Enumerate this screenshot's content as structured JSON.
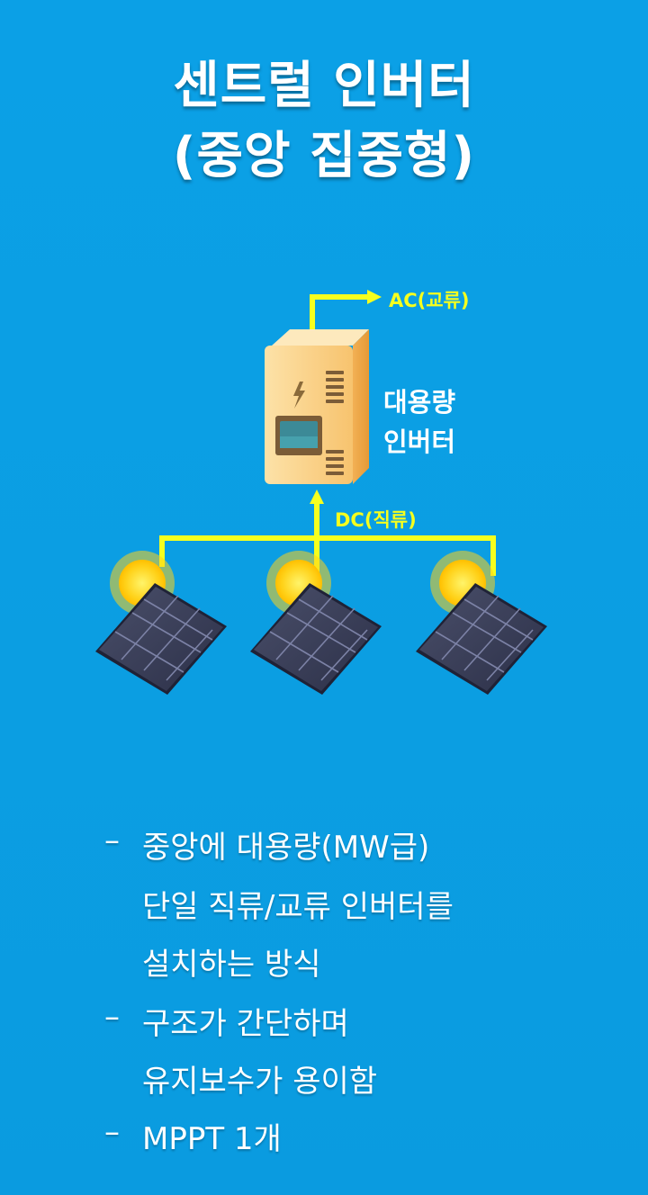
{
  "title": {
    "line1": "센트럴 인버터",
    "line2": "(중앙 집중형)"
  },
  "diagram": {
    "ac_label": "AC(교류)",
    "dc_label": "DC(직류)",
    "inverter_label_line1": "대용량",
    "inverter_label_line2": "인버터",
    "arrow_color": "#f6ff1e",
    "background_color": "#0b9ee2"
  },
  "bullets": [
    {
      "lines": [
        "중앙에 대용량(MW급)",
        "단일 직류/교류 인버터를",
        "설치하는 방식"
      ]
    },
    {
      "lines": [
        "구조가 간단하며",
        "유지보수가 용이함"
      ]
    },
    {
      "lines": [
        "MPPT 1개"
      ]
    }
  ],
  "bullet_marker": "–"
}
